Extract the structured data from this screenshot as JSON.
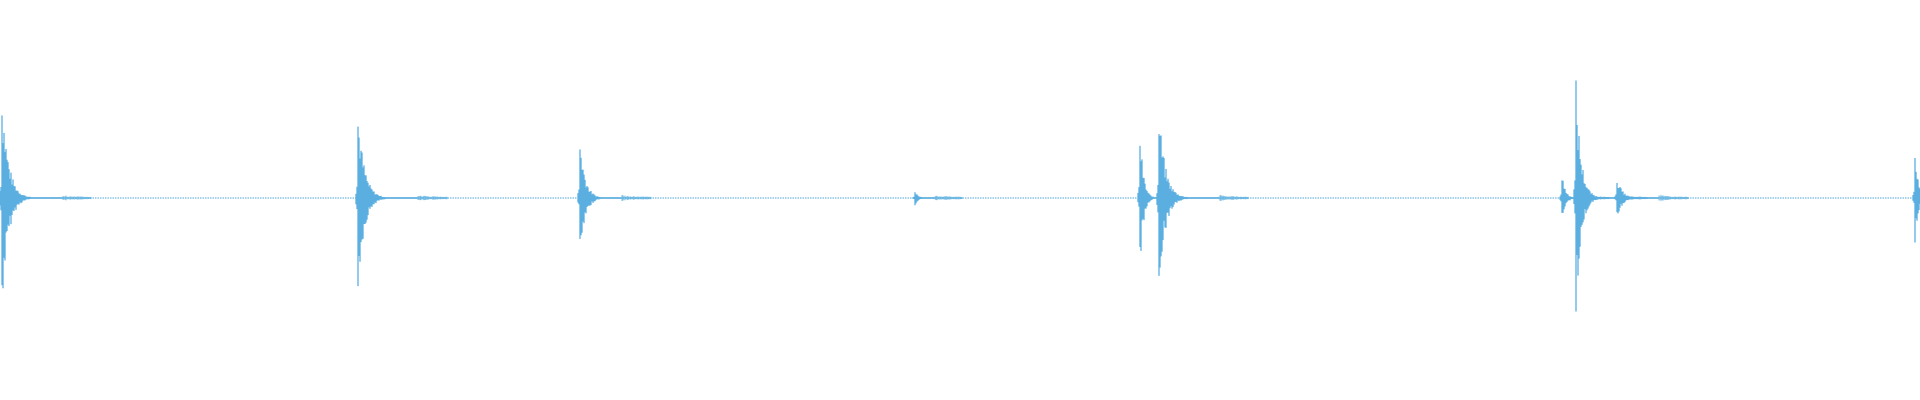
{
  "waveform": {
    "color": "#5aaee0",
    "background": "#ffffff",
    "peak_ceiling": 1.0,
    "transients": [
      {
        "time_fraction": 0.0008,
        "peak_up": 0.55,
        "peak_down": 0.56,
        "decay": "long"
      },
      {
        "time_fraction": 0.1865,
        "peak_up": 0.45,
        "peak_down": 0.46,
        "decay": "long"
      },
      {
        "time_fraction": 0.3023,
        "peak_up": 0.32,
        "peak_down": 0.33,
        "decay": "medium"
      },
      {
        "time_fraction": 0.4767,
        "peak_up": 0.04,
        "peak_down": 0.04,
        "decay": "short"
      },
      {
        "time_fraction": 0.5935,
        "peak_up": 0.36,
        "peak_down": 0.37,
        "decay": "short"
      },
      {
        "time_fraction": 0.6037,
        "peak_up": 0.45,
        "peak_down": 0.46,
        "decay": "long"
      },
      {
        "time_fraction": 0.8138,
        "peak_up": 0.13,
        "peak_down": 0.13,
        "decay": "short"
      },
      {
        "time_fraction": 0.8208,
        "peak_up": 0.6,
        "peak_down": 0.6,
        "decay": "medium"
      },
      {
        "time_fraction": 0.8422,
        "peak_up": 0.11,
        "peak_down": 0.11,
        "decay": "medium"
      },
      {
        "time_fraction": 0.9975,
        "peak_up": 0.23,
        "peak_down": 0.23,
        "decay": "short"
      }
    ]
  }
}
